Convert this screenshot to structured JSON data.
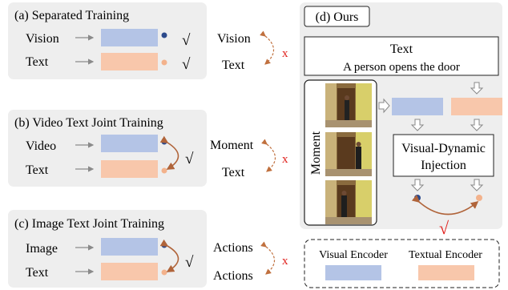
{
  "panel_a": {
    "title": "(a) Separated Training",
    "row1_label": "Vision",
    "row2_label": "Text",
    "row1_check": "√",
    "row2_check": "√",
    "right_top": "Vision",
    "right_bottom": "Text",
    "right_mark": "x"
  },
  "panel_b": {
    "title": "(b) Video Text Joint Training",
    "row1_label": "Video",
    "row2_label": "Text",
    "check": "√",
    "right_top": "Moment",
    "right_bottom": "Text",
    "right_mark": "x"
  },
  "panel_c": {
    "title": "(c) Image Text Joint Training",
    "row1_label": "Image",
    "row2_label": "Text",
    "check": "√",
    "right_top": "Actions",
    "right_bottom": "Actions",
    "right_mark": "x"
  },
  "panel_d": {
    "title": "(d) Ours",
    "text_box_title": "Text",
    "text_box_caption": "A person opens the door",
    "moment_label": "Moment",
    "injection_line1": "Visual-Dynamic",
    "injection_line2": "Injection",
    "check": "√"
  },
  "legend": {
    "visual_label": "Visual Encoder",
    "textual_label": "Textual Encoder"
  },
  "colors": {
    "panel_bg": "#eeeeee",
    "visual_encoder": "#b4c4e6",
    "textual_encoder": "#f8c7ab",
    "visual_dot": "#2c4a8c",
    "textual_dot": "#f3b28c",
    "arc": "#b0643a",
    "cross": "#e0201c",
    "red_check": "#e0201c"
  }
}
